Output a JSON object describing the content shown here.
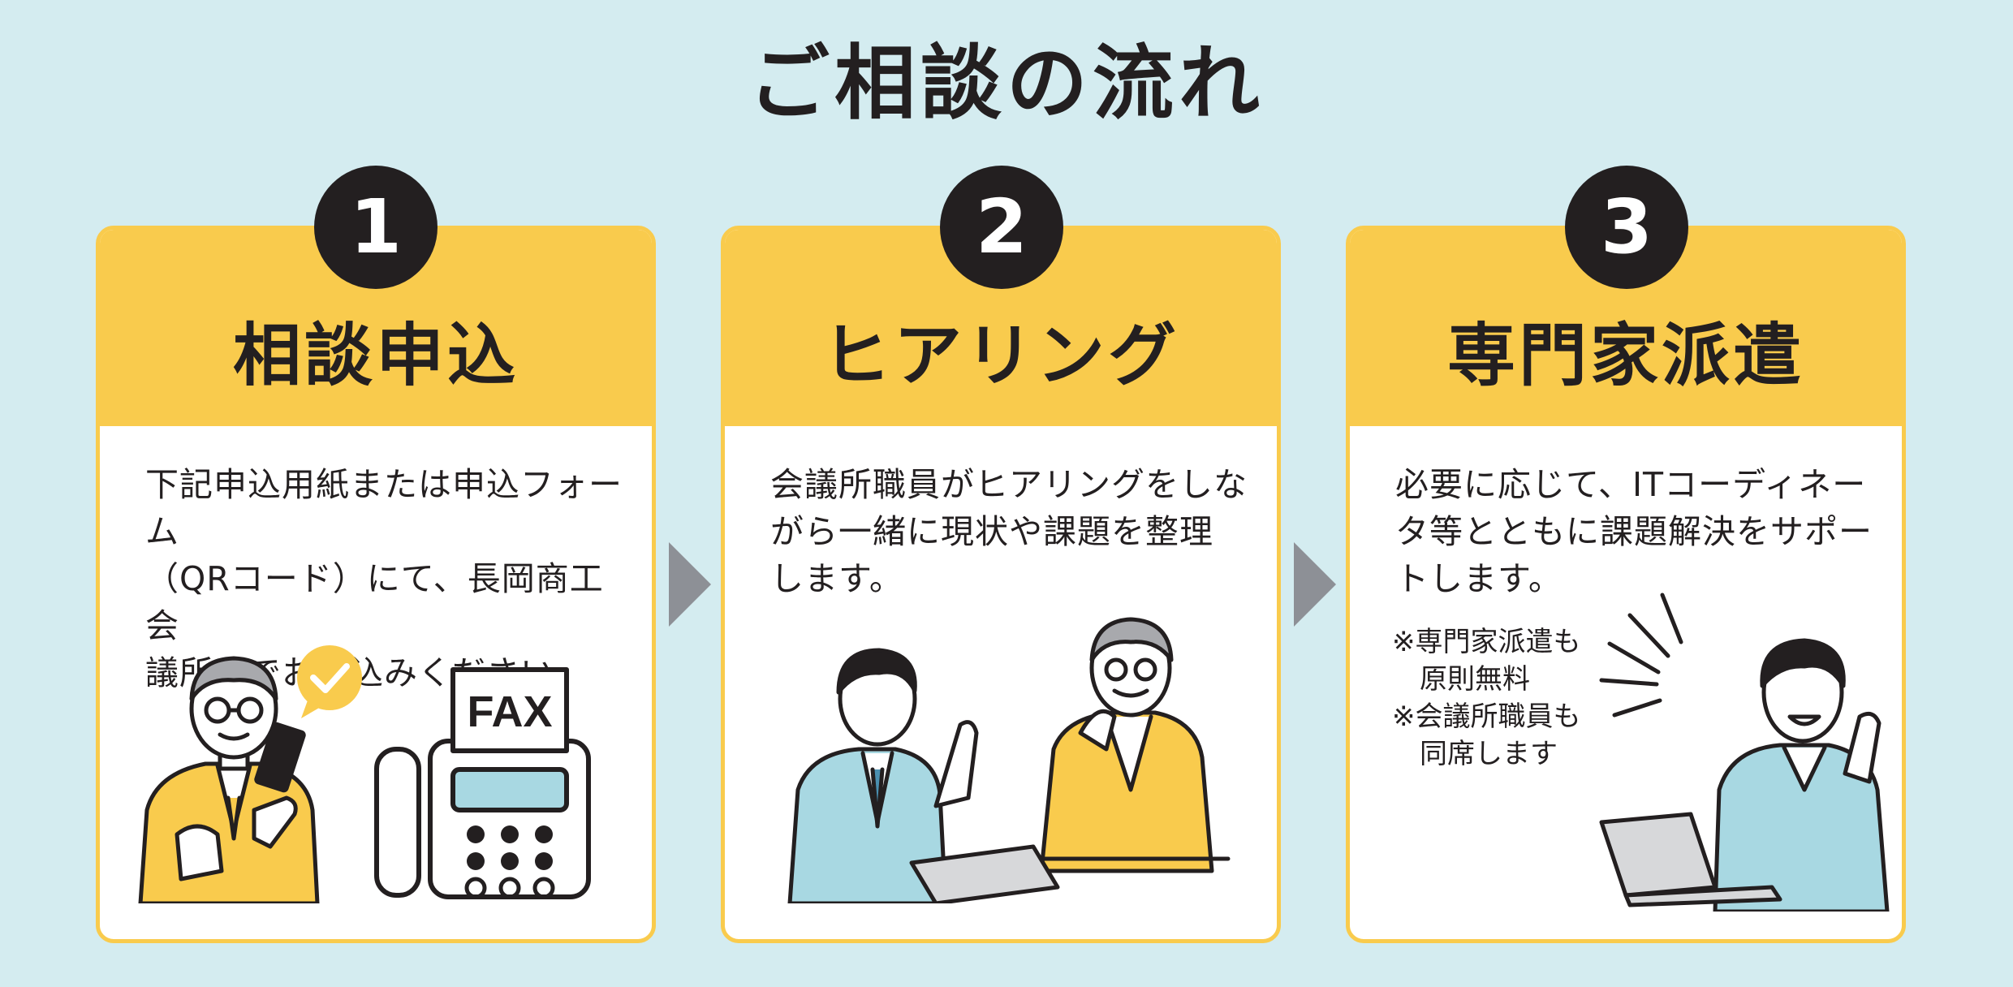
{
  "title": "ご相談の流れ",
  "steps": [
    {
      "number": "1",
      "heading": "相談申込",
      "description": "下記申込用紙または申込フォーム\n（QRコード）にて、長岡商工会\n議所までお申込みください。"
    },
    {
      "number": "2",
      "heading": "ヒアリング",
      "description": "会議所職員がヒアリングをしな\nがら一緒に現状や課題を整理\nします。"
    },
    {
      "number": "3",
      "heading": "専門家派遣",
      "description": "必要に応じて、ITコーディネー\nタ等とともに課題解決をサポー\nトします。",
      "notes": "※専門家派遣も\n　原則無料\n※会議所職員も\n　同席します"
    }
  ],
  "fax_label": "FAX",
  "icons": [
    "checkmark-bubble-icon",
    "smartphone-icon",
    "fax-machine-icon",
    "laptop-icon",
    "tablet-icon"
  ],
  "colors": {
    "background": "#d4ecf0",
    "accent_yellow": "#f9cb4d",
    "dark": "#231f20",
    "arrow_gray": "#8d9096",
    "shirt_blue": "#a8d8e2"
  }
}
